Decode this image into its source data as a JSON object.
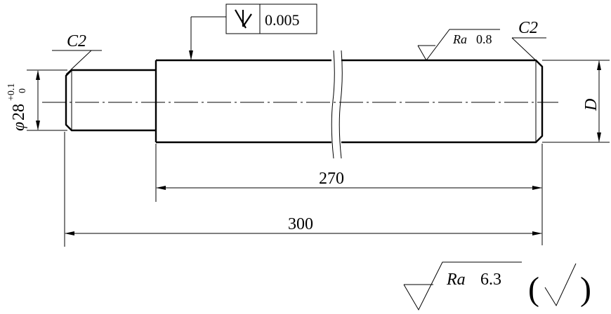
{
  "drawing": {
    "chamfer_left": "C2",
    "chamfer_right": "C2",
    "diameter_symbol": "φ",
    "diameter_value": "28",
    "tol_upper": "+0.1",
    "tol_lower": "0",
    "runout_value": "0.005",
    "roughness_fine_symbol": "Ra",
    "roughness_fine_value": "0.8",
    "diameter_d": "D",
    "length_inner": "270",
    "length_total": "300",
    "roughness_general_symbol": "Ra",
    "roughness_general_value": "6.3",
    "paren_open": "(",
    "paren_close": ")"
  }
}
